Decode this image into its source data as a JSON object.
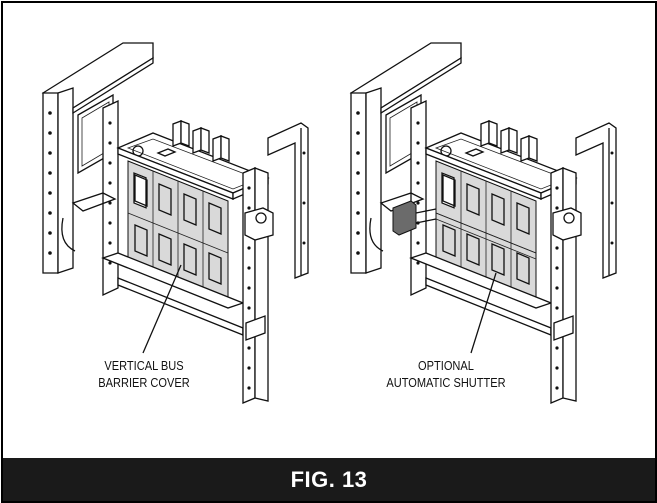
{
  "figure": {
    "caption": "FIG. 13",
    "colors": {
      "caption_bar": "#1a1a1a",
      "caption_text": "#ffffff",
      "line": "#111111"
    }
  },
  "left_view": {
    "callout_line1": "VERTICAL BUS",
    "callout_line2": "BARRIER COVER"
  },
  "right_view": {
    "callout_line1": "OPTIONAL",
    "callout_line2": "AUTOMATIC SHUTTER"
  }
}
